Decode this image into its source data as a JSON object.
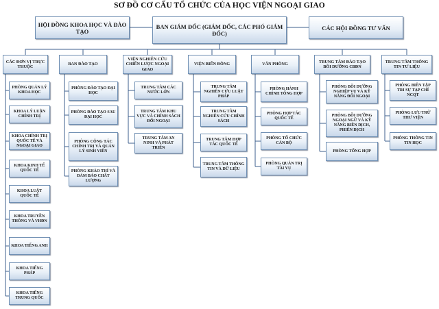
{
  "title": "SƠ ĐỒ CƠ CẤU TỔ CHỨC CỦA HỌC VIỆN NGOẠI GIAO",
  "top": {
    "left": "HỘI ĐỒNG KHOA HỌC VÀ ĐÀO TẠO",
    "center": "BAN GIÁM ĐỐC (GIÁM ĐỐC, CÁC PHÓ GIÁM ĐỐC)",
    "right": "CÁC HỘI ĐỒNG TƯ VẤN"
  },
  "columns": [
    {
      "head": "CÁC ĐƠN VỊ TRỰC THUỘC",
      "items": [
        "PHÒNG QUẢN LÝ KHOA HỌC",
        "KHOA LÝ LUẬN CHÍNH TRỊ",
        "KHOA CHÍNH TRỊ QUỐC TẾ VÀ NGOẠI GIAO",
        "KHOA KINH TẾ QUỐC TẾ",
        "KHOA LUẬT QUỐC TẾ",
        "KHOA TRUYỀN THÔNG VÀ VHĐN",
        "KHOA TIẾNG ANH",
        "KHOA TIẾNG PHÁP",
        "KHOA TIẾNG TRUNG QUỐC"
      ]
    },
    {
      "head": "BAN ĐÀO TẠO",
      "items": [
        "PHÒNG ĐÀO TẠO ĐẠI HỌC",
        "PHÒNG ĐÀO TẠO SAU ĐẠI HỌC",
        "PHÒNG CÔNG TÁC CHÍNH TRỊ VÀ QUẢN LÝ SINH VIÊN",
        "PHÒNG KHẢO THÍ VÀ ĐẢM BẢO CHẤT LƯỢNG"
      ]
    },
    {
      "head": "VIỆN NGHIÊN CỨU CHIẾN LƯỢC NGOẠI GIAO",
      "items": [
        "TRUNG TÂM CÁC NƯỚC LỚN",
        "TRUNG TÂM KHU VỰC VÀ CHÍNH SÁCH ĐỐI NGOẠI",
        "TRUNG TÂM AN NINH VÀ PHÁT TRIỂN"
      ]
    },
    {
      "head": "VIỆN BIỂN ĐÔNG",
      "items": [
        "TRUNG TÂM NGHIÊN CỨU LUẬT PHÁP",
        "TRUNG TÂM NGHIÊN CỨU CHÍNH SÁCH",
        "TRUNG TÂM HỢP TÁC QUỐC TẾ",
        "TRUNG TÂM THÔNG TIN VÀ DỮ LIỆU"
      ]
    },
    {
      "head": "VĂN PHÒNG",
      "items": [
        "PHÒNG HÀNH CHÍNH TỔNG HỢP",
        "PHÒNG HỢP TÁC QUỐC TẾ",
        "PHÒNG TỔ CHỨC CÁN BỘ",
        "PHÒNG QUẢN TRỊ TÀI VỤ"
      ]
    },
    {
      "head": "TRUNG TÂM ĐÀO TẠO BỒI DƯỠNG CBĐN",
      "items": [
        "PHÒNG BỒI DƯỠNG NGHIỆP VỤ VÀ KỸ NĂNG ĐỐI NGOẠI",
        "PHÒNG BỒI DƯỠNG NGOẠI NGỮ VÀ KỸ NĂNG BIÊN DỊCH, PHIÊN DỊCH",
        "PHÒNG TỔNG HỢP"
      ]
    },
    {
      "head": "TRUNG TÂM THÔNG TIN TƯ LIỆU",
      "items": [
        "PHÒNG BIÊN TẬP TRI SỰ TẠP CHÍ NCQT",
        "PHÒNG LƯU TRỮ THƯ VIỆN",
        "PHÒNG THÔNG TIN TIN HỌC"
      ]
    }
  ]
}
